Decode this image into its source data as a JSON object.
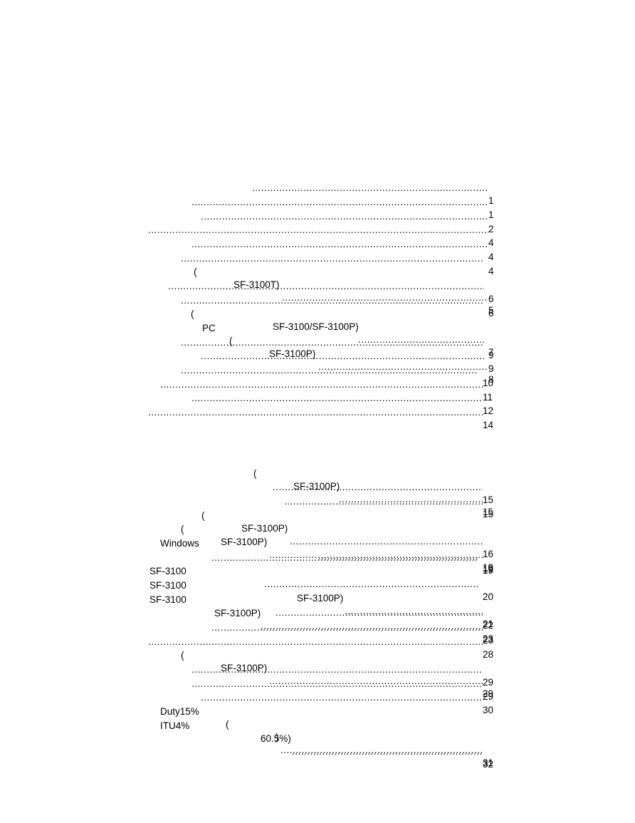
{
  "section1": {
    "entries": [
      {
        "fragments": [],
        "page": "1"
      },
      {
        "fragments": [],
        "page": "1"
      },
      {
        "fragments": [],
        "page": "2"
      },
      {
        "fragments": [],
        "page": "4"
      },
      {
        "fragments": [],
        "page": "4"
      },
      {
        "fragments": [],
        "page": "4"
      },
      {
        "fragments": [
          "(",
          "SF-3100T)"
        ],
        "page": "5"
      },
      {
        "fragments": [],
        "page": "6"
      },
      {
        "fragments": [],
        "page": "6"
      },
      {
        "fragments": [
          "(",
          "SF-3100/SF-3100P)"
        ],
        "page": "7"
      },
      {
        "fragments": [
          "PC",
          "(",
          "SF-3100P)"
        ],
        "page": "8"
      },
      {
        "fragments": [],
        "page": "9"
      },
      {
        "fragments": [],
        "page": "9"
      },
      {
        "fragments": [],
        "page": "10"
      },
      {
        "fragments": [],
        "page": "11"
      },
      {
        "fragments": [],
        "page": "12"
      },
      {
        "fragments": [],
        "page": "14"
      }
    ]
  },
  "section2": {
    "entries": [
      {
        "fragments": [
          "(",
          "SF-3100P)"
        ],
        "page": "15"
      },
      {
        "fragments": [],
        "page": "15"
      },
      {
        "fragments": [],
        "page": "15"
      },
      {
        "fragments": [
          "(",
          "SF-3100P)"
        ],
        "page": "16"
      },
      {
        "fragments": [
          "(",
          "SF-3100P)"
        ],
        "page": "19"
      },
      {
        "fragments": [
          "Windows"
        ],
        "page": "19"
      },
      {
        "fragments": [],
        "page": "19"
      },
      {
        "fragments": [
          "SF-3100"
        ],
        "page": "20"
      },
      {
        "fragments": [
          "SF-3100",
          "SF-3100P)"
        ],
        "page": "21"
      },
      {
        "fragments": [
          "SF-3100"
        ],
        "page": "22"
      },
      {
        "fragments": [
          "SF-3100P)"
        ],
        "page": "23"
      },
      {
        "fragments": [],
        "page": "23"
      },
      {
        "fragments": [],
        "page": "28"
      },
      {
        "fragments": [
          "(",
          "SF-3100P)"
        ],
        "page": "29"
      },
      {
        "fragments": [],
        "page": "29"
      },
      {
        "fragments": [],
        "page": "29"
      },
      {
        "fragments": [],
        "page": "30"
      },
      {
        "fragments": [
          "Duty15%",
          "(",
          ")"
        ],
        "page": "31"
      },
      {
        "fragments": [
          "ITU4%",
          "60.5%)"
        ],
        "page": "32"
      }
    ]
  }
}
